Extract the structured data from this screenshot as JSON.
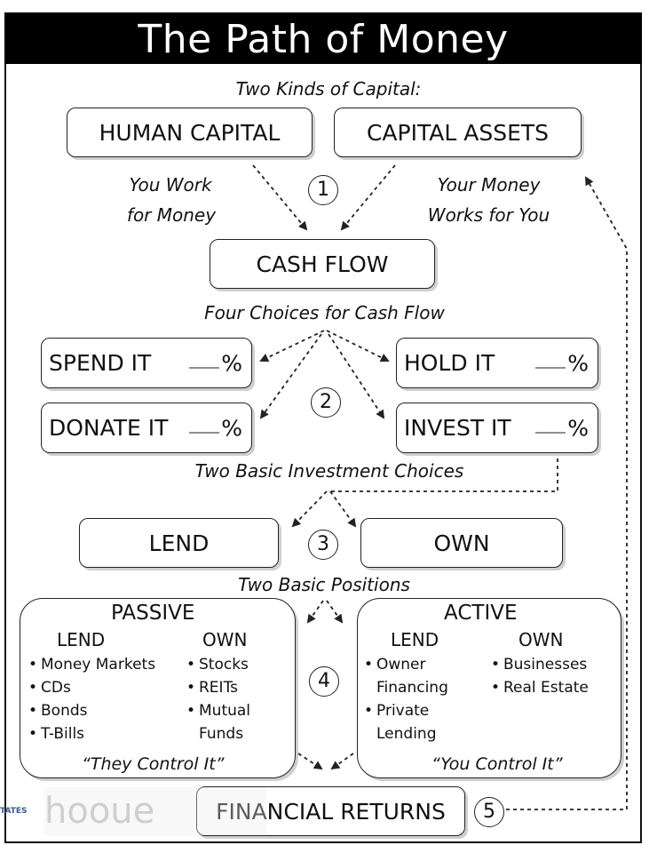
{
  "title": "The Path of Money",
  "subtitles": {
    "capital": "Two Kinds of Capital:",
    "four_choices": "Four Choices for Cash Flow",
    "investment": "Two Basic Investment Choices",
    "positions": "Two Basic Positions"
  },
  "capital": {
    "human": "HUMAN CAPITAL",
    "assets": "CAPITAL ASSETS",
    "human_note_1": "You Work",
    "human_note_2": "for Money",
    "assets_note_1": "Your Money",
    "assets_note_2": "Works for You"
  },
  "cash_flow": "CASH FLOW",
  "choices": {
    "spend": "SPEND IT",
    "hold": "HOLD IT",
    "donate": "DONATE IT",
    "invest": "INVEST IT",
    "percent": "%"
  },
  "investment": {
    "lend": "LEND",
    "own": "OWN"
  },
  "steps": [
    "1",
    "2",
    "3",
    "4",
    "5"
  ],
  "passive": {
    "title": "PASSIVE",
    "lend_head": "LEND",
    "own_head": "OWN",
    "lend_items": [
      "Money Markets",
      "CDs",
      "Bonds",
      "T-Bills"
    ],
    "own_items": [
      "Stocks",
      "REITs",
      "Mutual",
      "Funds"
    ],
    "quote": "“They Control It”"
  },
  "active": {
    "title": "ACTIVE",
    "lend_head": "LEND",
    "own_head": "OWN",
    "lend_items": [
      "Owner",
      "Financing",
      "Private",
      "Lending"
    ],
    "own_items": [
      "Businesses",
      "Real Estate"
    ],
    "quote": "“You Control It”"
  },
  "financial_returns": "FINANCIAL RETURNS",
  "watermark": "hooue",
  "watermark_corner": "TATES",
  "bullet_glyph": "•"
}
